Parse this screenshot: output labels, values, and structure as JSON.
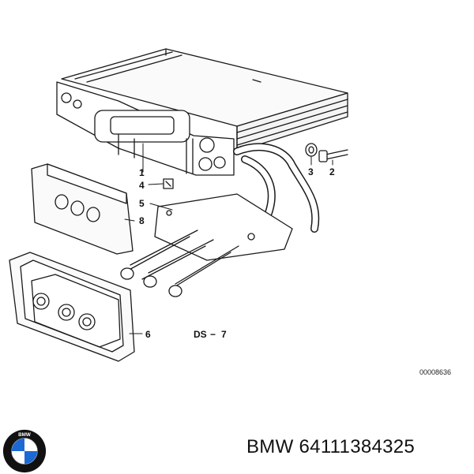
{
  "callouts": {
    "c1": "1",
    "c2": "2",
    "c3": "3",
    "c4": "4",
    "c5": "5",
    "c6": "6",
    "c7": "7",
    "c8": "8"
  },
  "diagram_code": "DS",
  "diagram_dash": "−",
  "drawing_number": "00008636",
  "brand": {
    "logo_text": "BMW",
    "part_label": "BMW 64111384325"
  },
  "colors": {
    "line": "#1a1a1a",
    "logo_blue": "#1c69d4",
    "logo_ring": "#111111"
  }
}
